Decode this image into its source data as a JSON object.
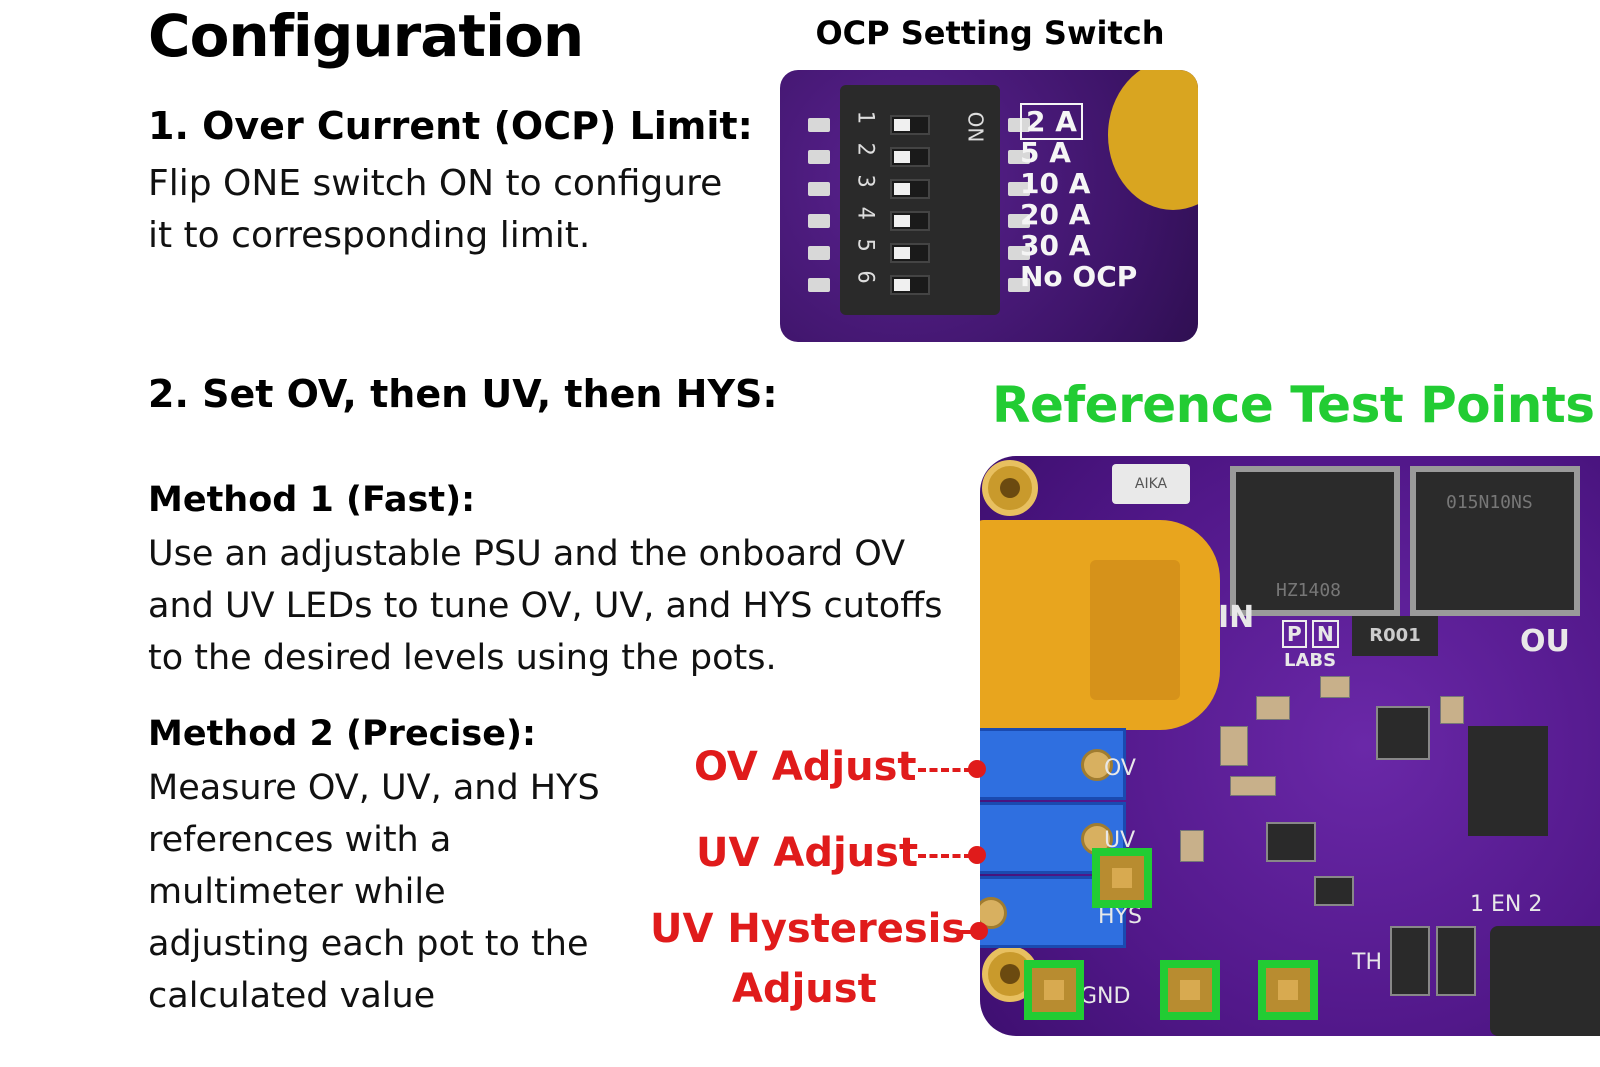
{
  "page": {
    "title": "Configuration",
    "section1": {
      "heading": "1. Over Current (OCP) Limit:",
      "body": "Flip ONE switch ON to configure it to corresponding limit."
    },
    "section2": {
      "heading": "2. Set OV, then UV, then HYS:",
      "method1": {
        "heading": "Method 1 (Fast):",
        "body": "Use an adjustable PSU and the onboard OV and UV LEDs to tune OV, UV, and HYS cutoffs to the desired levels using the pots."
      },
      "method2": {
        "heading": "Method 2 (Precise):",
        "body": "Measure OV, UV, and HYS references with a multimeter while adjusting each pot to the calculated value"
      }
    }
  },
  "ocp_photo": {
    "caption": "OCP Setting Switch",
    "switch_numbers": [
      "1",
      "2",
      "3",
      "4",
      "5",
      "6"
    ],
    "on_label": "ON",
    "limits": [
      "2 A",
      "5 A",
      "10 A",
      "20 A",
      "30 A",
      "No OCP"
    ]
  },
  "reference": {
    "title": "Reference Test Points",
    "silkscreen": {
      "fuse": "AIKA",
      "in": "IN",
      "out": "OU",
      "logo_p": "P",
      "logo_n": "N",
      "logo_labs": "LABS",
      "resistor": "R001",
      "mosfet_a": "HZ1408",
      "mosfet_b": "015N10NS",
      "ov": "OV",
      "uv": "UV",
      "hys": "HYS",
      "th": "TH",
      "gnd": "GND",
      "en": "1 EN 2"
    },
    "callouts": {
      "ov_adjust": "OV Adjust",
      "uv_adjust": "UV Adjust",
      "uv_hys_line1": "UV Hysteresis",
      "uv_hys_line2": "Adjust"
    }
  },
  "colors": {
    "accent_green": "#22cc33",
    "callout_red": "#e01b1b",
    "pcb_purple": "#52188a"
  }
}
